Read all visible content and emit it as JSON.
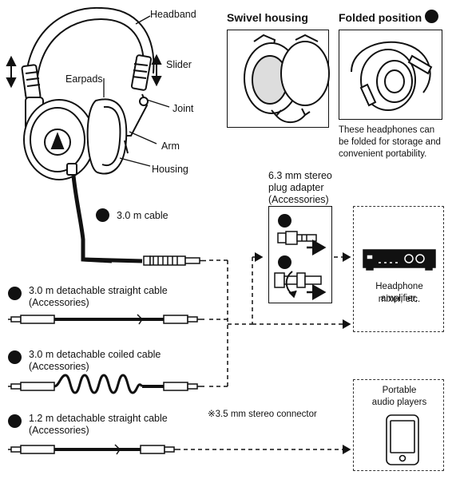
{
  "labels": {
    "headband": "Headband",
    "slider": "Slider",
    "earpads": "Earpads",
    "joint": "Joint",
    "arm": "Arm",
    "housing": "Housing",
    "cable_main": "3.0 m cable",
    "adapter_l1": "6.3 mm stereo",
    "adapter_l2": "plug adapter",
    "adapter_l3": "(Accessories)",
    "amp_l1": "Headphone amplifier,",
    "amp_l2": "mixer, etc.",
    "portable_l1": "Portable",
    "portable_l2": "audio players",
    "connector_note": "※3.5 mm stereo connector"
  },
  "panels": {
    "swivel_title": "Swivel housing",
    "folded_title": "Folded position",
    "folded_desc_l1": "These headphones can",
    "folded_desc_l2": "be folded for storage and",
    "folded_desc_l3": "convenient portability."
  },
  "cables": [
    {
      "title": "3.0 m detachable straight cable",
      "note": "(Accessories)"
    },
    {
      "title": "3.0 m detachable coiled cable",
      "note": "(Accessories)"
    },
    {
      "title": "1.2 m detachable straight cable",
      "note": "(Accessories)"
    }
  ]
}
